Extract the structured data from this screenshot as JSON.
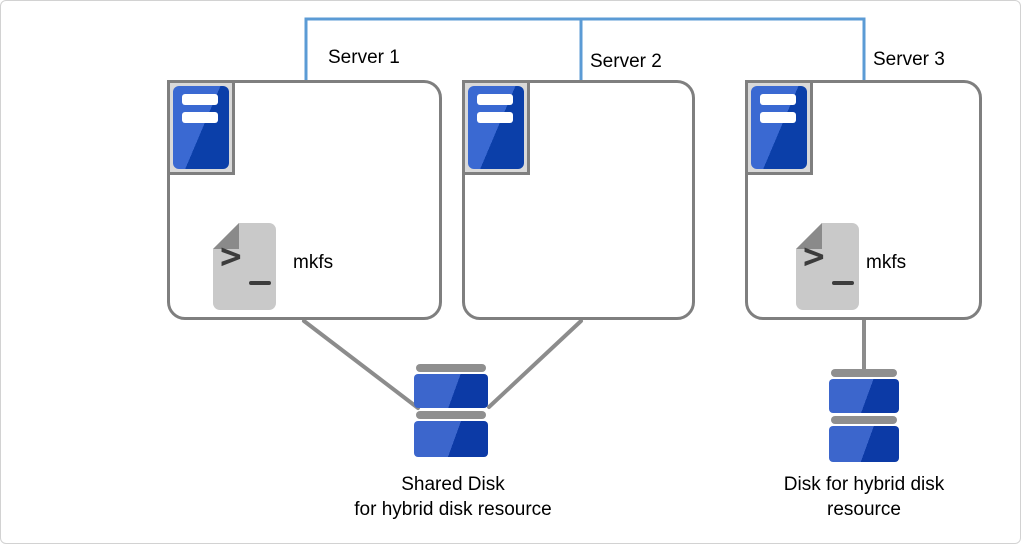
{
  "servers": [
    {
      "label": "Server 1",
      "mkfs_label": "mkfs"
    },
    {
      "label": "Server 2"
    },
    {
      "label": "Server 3",
      "mkfs_label": "mkfs"
    }
  ],
  "script_icon": {
    "prompt": ">"
  },
  "disk_captions": {
    "shared": {
      "line1": "Shared Disk",
      "line2": "for hybrid disk resource"
    },
    "hybrid": {
      "line1": "Disk for hybrid disk",
      "line2": "resource"
    }
  },
  "colors": {
    "interconnect_blue": "#5B9BD5",
    "box_border_gray": "#7F7F7F",
    "connector_gray": "#8C8C8C",
    "server_blue_light": "#3A69D2",
    "server_blue_dark": "#0B3FA9",
    "icon_frame_gray": "#D9D9D9",
    "document_gray": "#C9C9C9",
    "fold_gray": "#8A8A8A",
    "disk_cap_gray": "#8F8F8F"
  }
}
